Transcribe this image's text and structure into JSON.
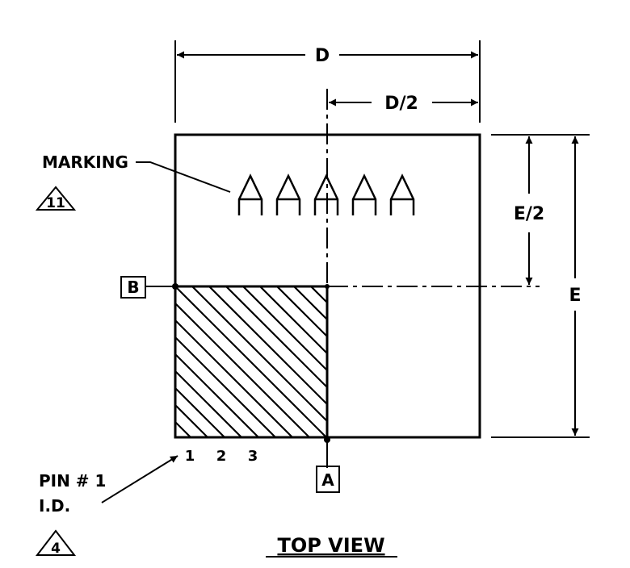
{
  "dimensions": {
    "width_label": "D",
    "half_width_label": "D/2",
    "height_label": "E",
    "half_height_label": "E/2"
  },
  "marking": {
    "label": "MARKING",
    "note_number": "11",
    "characters": [
      "A",
      "A",
      "A",
      "A",
      "A"
    ]
  },
  "datums": {
    "b": "B",
    "a": "A"
  },
  "pins": {
    "numbers": [
      "1",
      "2",
      "3"
    ],
    "id_line1": "PIN # 1",
    "id_line2": "I.D.",
    "note_number": "4"
  },
  "view_title": "TOP VIEW"
}
